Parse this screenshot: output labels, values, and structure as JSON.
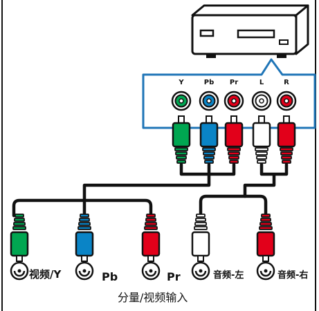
{
  "panel_ports": [
    {
      "label": "Y",
      "color": "#00a651"
    },
    {
      "label": "Pb",
      "color": "#0a84c6"
    },
    {
      "label": "Pr",
      "color": "#e2001a"
    },
    {
      "label": "L",
      "color": "#ffffff"
    },
    {
      "label": "R",
      "color": "#e2001a"
    }
  ],
  "tv_jacks": [
    {
      "label": "视频/Y",
      "color": "#00a651"
    },
    {
      "label": "Pb",
      "color": "#0a84c6"
    },
    {
      "label": "Pr",
      "color": "#e2001a"
    },
    {
      "label": "音频-左",
      "color": "#ffffff"
    },
    {
      "label": "音频-右",
      "color": "#e2001a"
    }
  ],
  "caption": "分量/视频输入",
  "colors": {
    "panel_border": "#1f75b7",
    "cable": "#111111",
    "line": "#111111"
  }
}
